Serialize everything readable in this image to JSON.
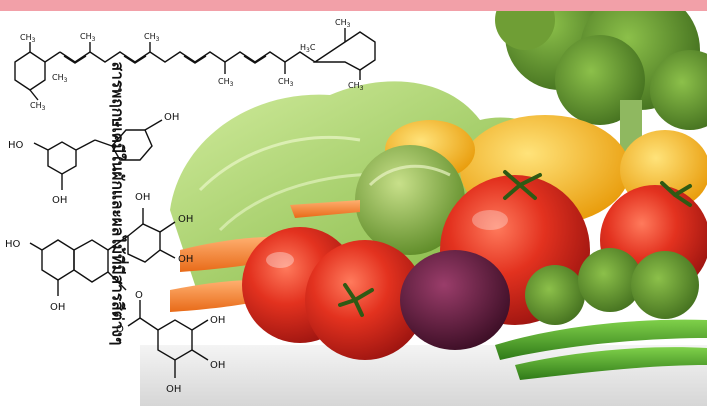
{
  "title": "สารพฤกษเคมีในผักและผลไม้ที่มีสารสีต่างๆ",
  "chem_labels": {
    "ch3": "CH",
    "h3c": "H",
    "sub3": "3",
    "sub_c": "C",
    "oh": "OH",
    "ho": "HO",
    "o": "O"
  },
  "colors": {
    "banner": "#f2a0a8",
    "tomato": "#d8261c",
    "broccoli": "#5f8e2a",
    "lettuce": "#9ccc5a",
    "pepper": "#f3b21a",
    "beet": "#5a1a3a"
  }
}
